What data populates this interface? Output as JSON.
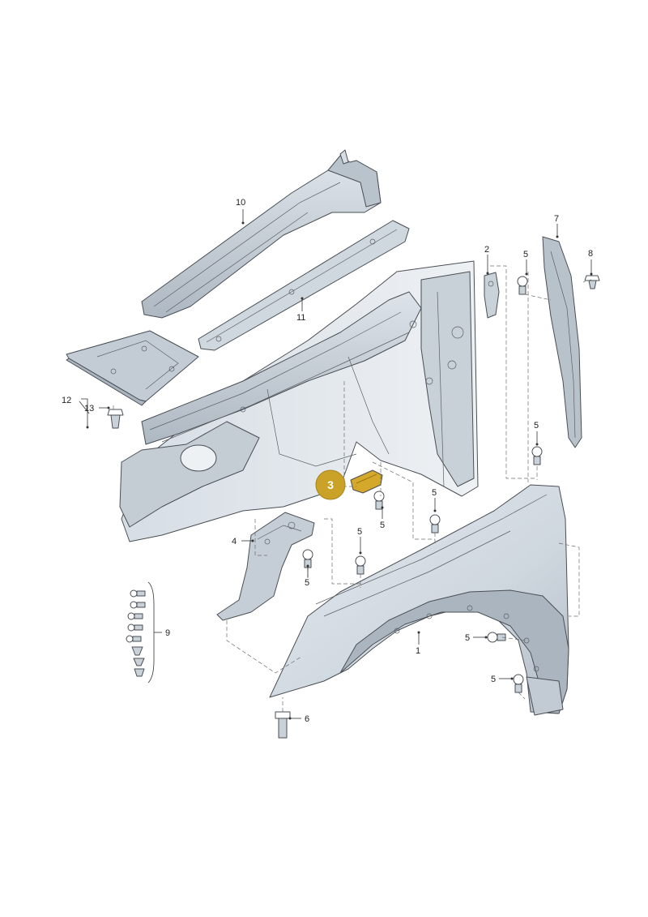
{
  "callouts": {
    "c1": "1",
    "c2": "2",
    "c3": "3",
    "c4": "4",
    "c5_fender_rear_top": "5",
    "c5_bracket3": "5",
    "c5_mid": "5",
    "c5_left": "5",
    "c5_bracket4": "5",
    "c5_bracket2": "5",
    "c5_arch_upper": "5",
    "c5_arch_lower": "5",
    "c6": "6",
    "c7": "7",
    "c8": "8",
    "c9": "9",
    "c10": "10",
    "c11": "11",
    "c12": "12",
    "c13": "13"
  },
  "highlight": {
    "part": "3",
    "color": "#c9a227"
  },
  "colors": {
    "part_fill": "#c9d3dd",
    "part_shadow": "#a9b4bf",
    "body_fill": "#e6ebf0",
    "fender_fill": "#d3dbe3"
  }
}
